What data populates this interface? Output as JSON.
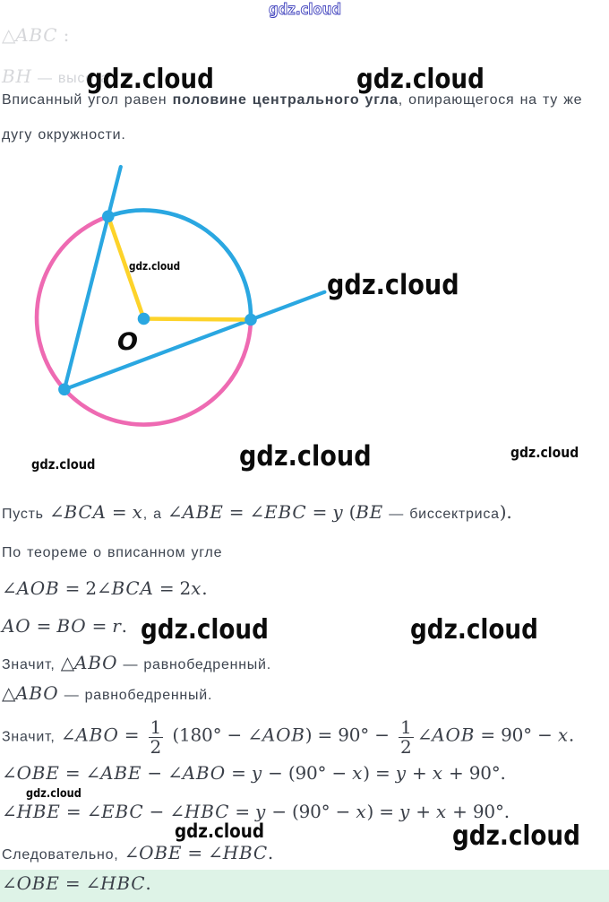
{
  "site": {
    "watermark_text": "gdz.cloud"
  },
  "colors": {
    "blue": "#2aa7e1",
    "pink": "#ee6ab2",
    "yellow": "#fdd32a",
    "dot": "#2aa7e1",
    "math_ink": "#3a3f48",
    "green_box_bg": "#def3e7",
    "watermark_black": "#0b0b0b",
    "watermark_outline_blue": "#4244be"
  },
  "diagram": {
    "center_label": "O",
    "inner_watermark": "gdz.cloud"
  },
  "lines": {
    "ghost1": [
      [
        "mu",
        "△"
      ],
      [
        "m",
        "ABC"
      ],
      [
        "mu",
        " :"
      ]
    ],
    "ghost2": [
      [
        "m",
        "BH"
      ],
      [
        "t",
        " — высота"
      ]
    ],
    "para1": [
      [
        "t",
        "Вписанный угол равен "
      ],
      [
        "b",
        "половине центрального угла"
      ],
      [
        "t",
        ", опирающегося на ту же"
      ]
    ],
    "para2": [
      [
        "t",
        "дугу окружности."
      ]
    ],
    "l1": [
      [
        "t",
        "Пусть "
      ],
      [
        "mu",
        "∠"
      ],
      [
        "m",
        "BCA"
      ],
      [
        "mu",
        " = "
      ],
      [
        "m",
        "x"
      ],
      [
        "t",
        ", а "
      ],
      [
        "mu",
        "∠"
      ],
      [
        "m",
        "ABE"
      ],
      [
        "mu",
        " = ∠"
      ],
      [
        "m",
        "EBC"
      ],
      [
        "mu",
        " = "
      ],
      [
        "m",
        "y"
      ],
      [
        "mu",
        " ("
      ],
      [
        "m",
        "BE"
      ],
      [
        "t",
        " — биссектриса"
      ],
      [
        "mu",
        ")."
      ]
    ],
    "l2": [
      [
        "t",
        "По теореме о вписанном угле"
      ]
    ],
    "l3": [
      [
        "mu",
        "∠"
      ],
      [
        "m",
        "AOB"
      ],
      [
        "mu",
        " = 2∠"
      ],
      [
        "m",
        "BCA"
      ],
      [
        "mu",
        " = 2"
      ],
      [
        "m",
        "x"
      ],
      [
        "mu",
        "."
      ]
    ],
    "l4": [
      [
        "m",
        "AO"
      ],
      [
        "mu",
        " = "
      ],
      [
        "m",
        "BO"
      ],
      [
        "mu",
        " = "
      ],
      [
        "m",
        "r"
      ],
      [
        "mu",
        "."
      ]
    ],
    "l5": [
      [
        "t",
        "Значит, "
      ],
      [
        "mu",
        "△"
      ],
      [
        "m",
        "ABO"
      ],
      [
        "t",
        " — равнобедренный."
      ]
    ],
    "l6": [
      [
        "mu",
        "△"
      ],
      [
        "m",
        "ABO"
      ],
      [
        "t",
        " — равнобедренный."
      ]
    ],
    "l7": [
      [
        "t",
        "Значит, "
      ],
      [
        "mu",
        "∠"
      ],
      [
        "m",
        "ABO"
      ],
      [
        "mu",
        " = "
      ],
      [
        "frac",
        "1",
        "2"
      ],
      [
        "mu",
        " (180° − ∠"
      ],
      [
        "m",
        "AOB"
      ],
      [
        "mu",
        ") = 90° − "
      ],
      [
        "frac",
        "1",
        "2"
      ],
      [
        "mu",
        "∠"
      ],
      [
        "m",
        "AOB"
      ],
      [
        "mu",
        " = 90° − "
      ],
      [
        "m",
        "x"
      ],
      [
        "mu",
        "."
      ]
    ],
    "l8": [
      [
        "mu",
        "∠"
      ],
      [
        "m",
        "OBE"
      ],
      [
        "mu",
        " = ∠"
      ],
      [
        "m",
        "ABE"
      ],
      [
        "mu",
        " − ∠"
      ],
      [
        "m",
        "ABO"
      ],
      [
        "mu",
        " = "
      ],
      [
        "m",
        "y"
      ],
      [
        "mu",
        " − (90° − "
      ],
      [
        "m",
        "x"
      ],
      [
        "mu",
        ") = "
      ],
      [
        "m",
        "y"
      ],
      [
        "mu",
        " + "
      ],
      [
        "m",
        "x"
      ],
      [
        "mu",
        " + 90°."
      ]
    ],
    "l9": [
      [
        "mu",
        "∠"
      ],
      [
        "m",
        "HBE"
      ],
      [
        "mu",
        " = ∠"
      ],
      [
        "m",
        "EBC"
      ],
      [
        "mu",
        " − ∠"
      ],
      [
        "m",
        "HBC"
      ],
      [
        "mu",
        " = "
      ],
      [
        "m",
        "y"
      ],
      [
        "mu",
        " − (90° − "
      ],
      [
        "m",
        "x"
      ],
      [
        "mu",
        ") = "
      ],
      [
        "m",
        "y"
      ],
      [
        "mu",
        " + "
      ],
      [
        "m",
        "x"
      ],
      [
        "mu",
        " + 90°."
      ]
    ],
    "l10": [
      [
        "t",
        "Следовательно, "
      ],
      [
        "mu",
        "∠"
      ],
      [
        "m",
        "OBE"
      ],
      [
        "mu",
        " = ∠"
      ],
      [
        "m",
        "HBC"
      ],
      [
        "mu",
        "."
      ]
    ],
    "answer": [
      [
        "mu",
        "∠"
      ],
      [
        "m",
        "OBE"
      ],
      [
        "mu",
        " = ∠"
      ],
      [
        "m",
        "HBC"
      ],
      [
        "mu",
        "."
      ]
    ]
  }
}
